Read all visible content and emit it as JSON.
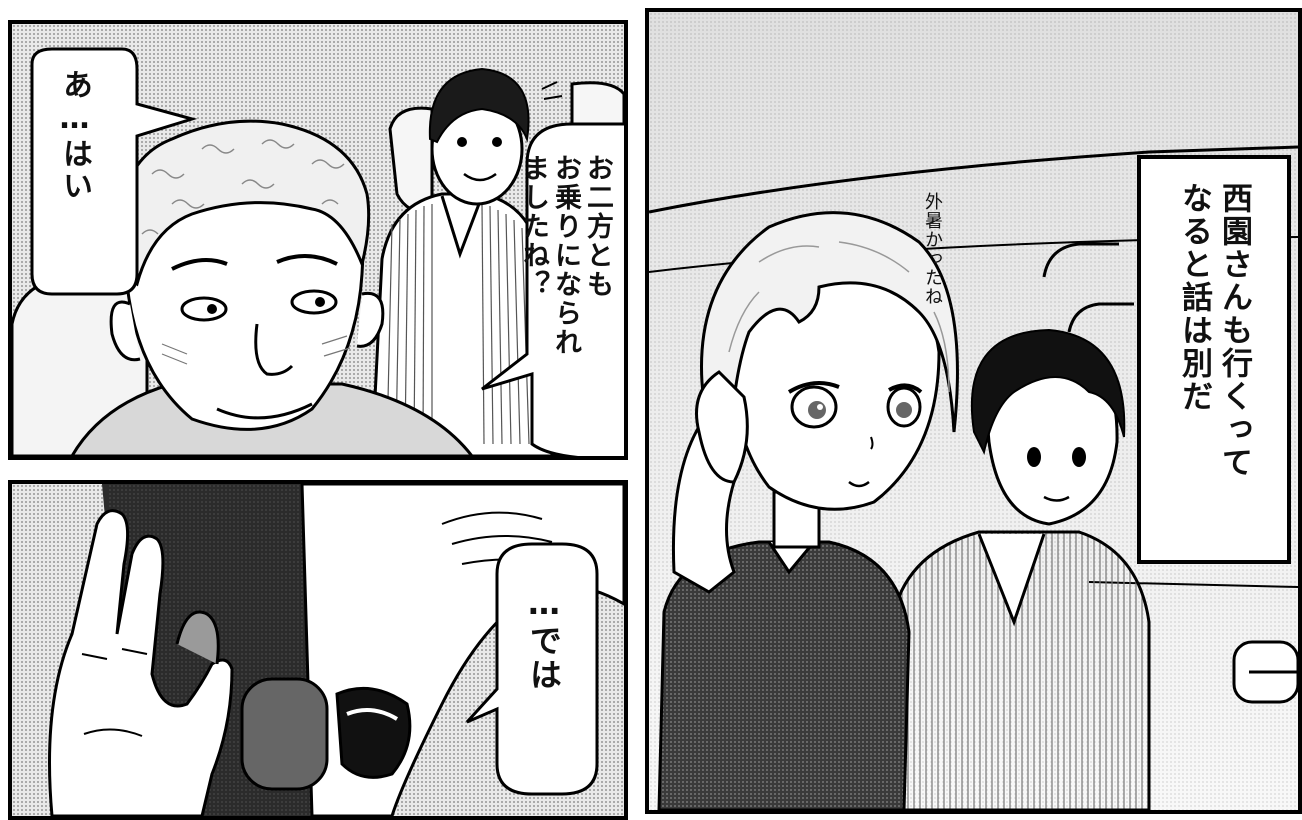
{
  "panels": {
    "top_left": {
      "bubble_left": "あ…はい",
      "bubble_right": "お二方とも\nお乗りになられ\nましたね？"
    },
    "bottom_left": {
      "bubble": "…では"
    },
    "right": {
      "sfx": "外暑かったね",
      "narration": "西園さんも行くって\nなると話は別だ"
    }
  }
}
